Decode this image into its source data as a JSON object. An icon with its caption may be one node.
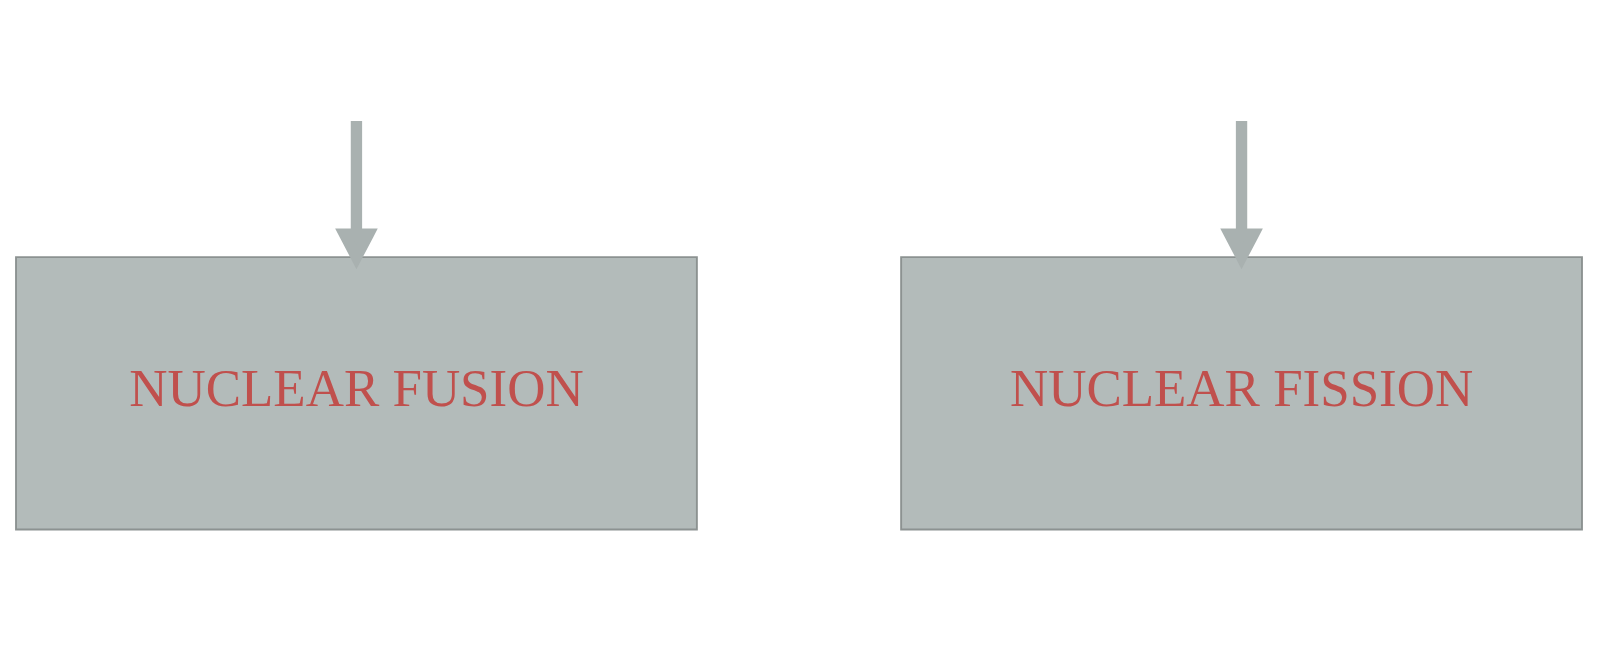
{
  "diagram": {
    "nodes": [
      {
        "text": [
          "NUCLEAR FUSION"
        ]
      },
      {
        "text": [
          "NUCLEAR FISSION"
        ]
      }
    ],
    "edges": [
      {
        "from": null,
        "to": 0,
        "arrow": "to"
      },
      {
        "from": null,
        "to": 1,
        "arrow": "to"
      }
    ]
  }
}
